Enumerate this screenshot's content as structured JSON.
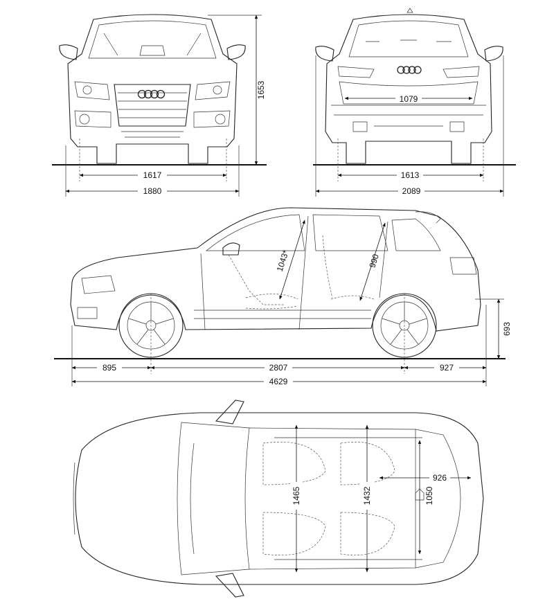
{
  "colors": {
    "line": "#222222",
    "background": "#ffffff"
  },
  "front_view": {
    "track_front": "1617",
    "width_overall": "1880",
    "height": "1653"
  },
  "rear_view": {
    "track_rear": "1613",
    "width_with_mirrors": "2089",
    "rear_opening_width": "1079"
  },
  "side_view": {
    "front_overhang": "895",
    "wheelbase": "2807",
    "rear_overhang": "927",
    "length_overall": "4629",
    "front_headroom": "1043*",
    "rear_headroom": "990",
    "loading_lip_height": "693"
  },
  "top_view": {
    "front_shoulder_width": "1465",
    "rear_shoulder_width": "1432",
    "cargo_length": "926",
    "cargo_width": "1050"
  },
  "icons": [
    "four-rings-logo-icon",
    "wheel-icon",
    "mirror-icon"
  ]
}
